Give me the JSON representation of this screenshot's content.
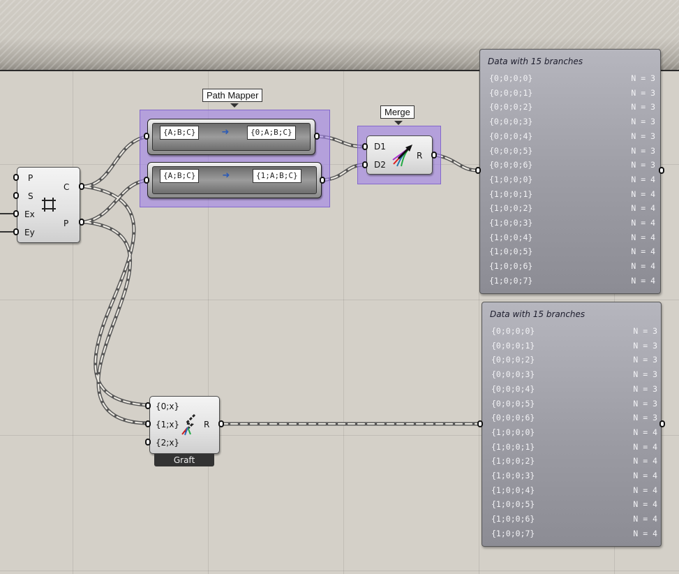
{
  "path_mapper": {
    "tag": "Path Mapper",
    "rows": [
      {
        "source": "{A;B;C}",
        "target": "{0;A;B;C}"
      },
      {
        "source": "{A;B;C}",
        "target": "{1;A;B;C}"
      }
    ],
    "arrow_icon": "blue-arrow-right-icon"
  },
  "merge": {
    "tag": "Merge",
    "inputs": [
      "D1",
      "D2"
    ],
    "output": "R",
    "icon": "merge-arrows-icon"
  },
  "rectangle_component": {
    "inputs": [
      "P",
      "S",
      "Ex",
      "Ey"
    ],
    "outputs": [
      "C",
      "P"
    ],
    "icon": "rectangle-grid-icon"
  },
  "graft": {
    "inputs": [
      "{0;x}",
      "{1;x}",
      "{2;x}"
    ],
    "output": "R",
    "caption": "Graft",
    "icon": "graft-tree-icon"
  },
  "panels": [
    {
      "title": "Data with 15 branches",
      "rows": [
        {
          "path": "{0;0;0;0}",
          "count": "N = 3"
        },
        {
          "path": "{0;0;0;1}",
          "count": "N = 3"
        },
        {
          "path": "{0;0;0;2}",
          "count": "N = 3"
        },
        {
          "path": "{0;0;0;3}",
          "count": "N = 3"
        },
        {
          "path": "{0;0;0;4}",
          "count": "N = 3"
        },
        {
          "path": "{0;0;0;5}",
          "count": "N = 3"
        },
        {
          "path": "{0;0;0;6}",
          "count": "N = 3"
        },
        {
          "path": "{1;0;0;0}",
          "count": "N = 4"
        },
        {
          "path": "{1;0;0;1}",
          "count": "N = 4"
        },
        {
          "path": "{1;0;0;2}",
          "count": "N = 4"
        },
        {
          "path": "{1;0;0;3}",
          "count": "N = 4"
        },
        {
          "path": "{1;0;0;4}",
          "count": "N = 4"
        },
        {
          "path": "{1;0;0;5}",
          "count": "N = 4"
        },
        {
          "path": "{1;0;0;6}",
          "count": "N = 4"
        },
        {
          "path": "{1;0;0;7}",
          "count": "N = 4"
        }
      ]
    },
    {
      "title": "Data with 15 branches",
      "rows": [
        {
          "path": "{0;0;0;0}",
          "count": "N = 3"
        },
        {
          "path": "{0;0;0;1}",
          "count": "N = 3"
        },
        {
          "path": "{0;0;0;2}",
          "count": "N = 3"
        },
        {
          "path": "{0;0;0;3}",
          "count": "N = 3"
        },
        {
          "path": "{0;0;0;4}",
          "count": "N = 3"
        },
        {
          "path": "{0;0;0;5}",
          "count": "N = 3"
        },
        {
          "path": "{0;0;0;6}",
          "count": "N = 3"
        },
        {
          "path": "{1;0;0;0}",
          "count": "N = 4"
        },
        {
          "path": "{1;0;0;1}",
          "count": "N = 4"
        },
        {
          "path": "{1;0;0;2}",
          "count": "N = 4"
        },
        {
          "path": "{1;0;0;3}",
          "count": "N = 4"
        },
        {
          "path": "{1;0;0;4}",
          "count": "N = 4"
        },
        {
          "path": "{1;0;0;5}",
          "count": "N = 4"
        },
        {
          "path": "{1;0;0;6}",
          "count": "N = 4"
        },
        {
          "path": "{1;0;0;7}",
          "count": "N = 4"
        }
      ]
    }
  ],
  "colors": {
    "canvas": "#d4d0c8",
    "group_fill": "#a082e6",
    "panel_text": "#f3f3f6",
    "wire": "#4a4a4a"
  }
}
